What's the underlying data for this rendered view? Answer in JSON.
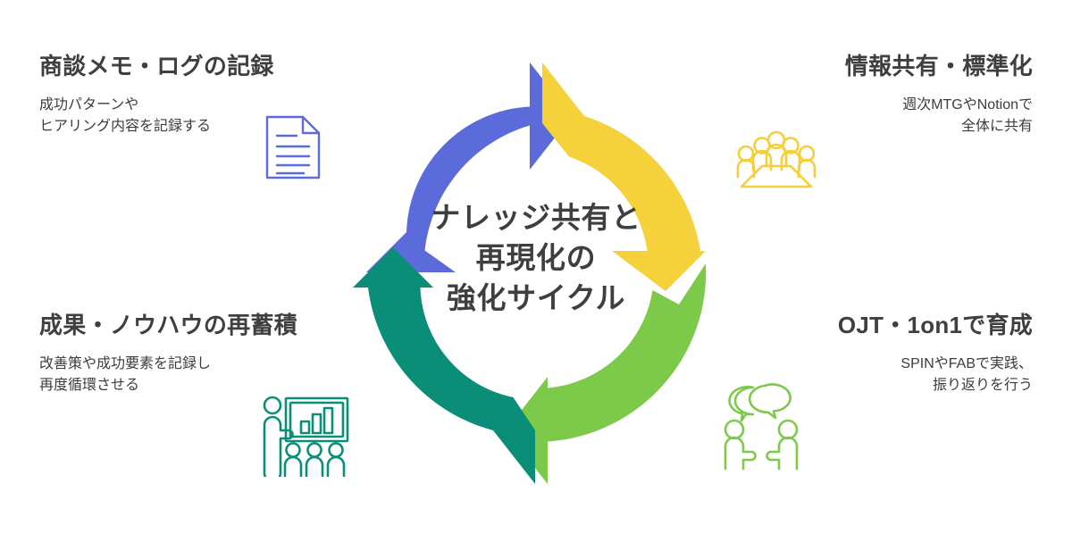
{
  "diagram": {
    "type": "cycle",
    "center": {
      "lines": [
        "ナレッジ共有と",
        "再現化の",
        "強化サイクル"
      ]
    },
    "colors": {
      "blue": "#5B6CDA",
      "yellow": "#F5D13C",
      "green": "#7DC94A",
      "teal": "#0B8E78",
      "text": "#3f3f3f",
      "background": "#ffffff"
    },
    "segments": [
      {
        "id": "record",
        "position": "top-left",
        "color": "#5B6CDA",
        "title": "商談メモ・ログの記録",
        "desc_lines": [
          "成功パターンや",
          "ヒアリング内容を記録する"
        ],
        "icon": "document-icon"
      },
      {
        "id": "share",
        "position": "top-right",
        "color": "#F5D13C",
        "title": "情報共有・標準化",
        "desc_lines": [
          "週次MTGやNotionで",
          "全体に共有"
        ],
        "icon": "meeting-icon"
      },
      {
        "id": "train",
        "position": "bottom-right",
        "color": "#7DC94A",
        "title": "OJT・1on1で育成",
        "desc_lines": [
          "SPINやFABで実践、",
          "振り返りを行う"
        ],
        "icon": "conversation-icon"
      },
      {
        "id": "accumulate",
        "position": "bottom-left",
        "color": "#0B8E78",
        "title": "成果・ノウハウの再蓄積",
        "desc_lines": [
          "改善策や成功要素を記録し",
          "再度循環させる"
        ],
        "icon": "presentation-chart-icon"
      }
    ]
  }
}
